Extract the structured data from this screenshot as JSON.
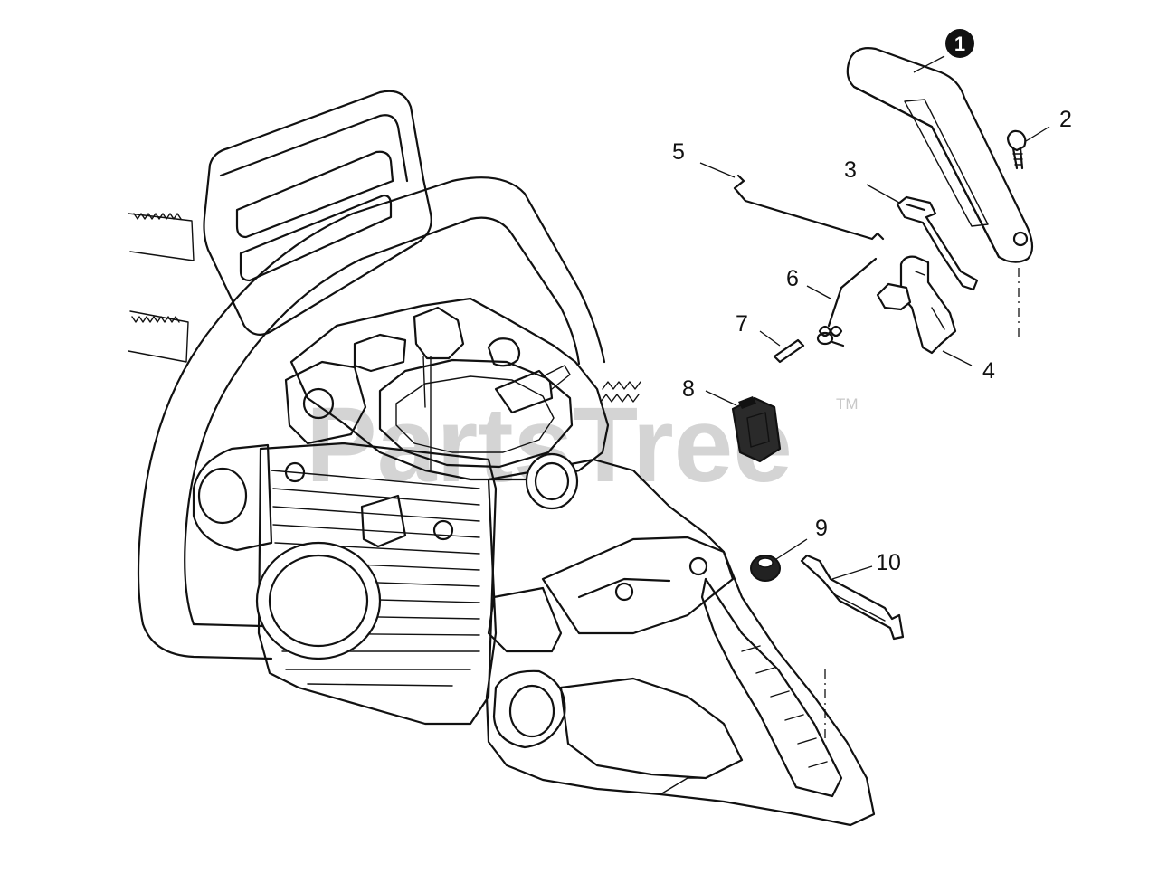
{
  "watermark": {
    "text": "PartsTree",
    "trademark": "TM"
  },
  "callouts": [
    {
      "id": "1",
      "label": "1",
      "highlighted": true
    },
    {
      "id": "2",
      "label": "2"
    },
    {
      "id": "3",
      "label": "3"
    },
    {
      "id": "4",
      "label": "4"
    },
    {
      "id": "5",
      "label": "5"
    },
    {
      "id": "6",
      "label": "6"
    },
    {
      "id": "7",
      "label": "7"
    },
    {
      "id": "8",
      "label": "8"
    },
    {
      "id": "9",
      "label": "9"
    },
    {
      "id": "10",
      "label": "10"
    }
  ],
  "colors": {
    "line": "#111111",
    "background": "#ffffff",
    "highlight_circle": "#111111",
    "watermark": "#d4d4d4"
  }
}
